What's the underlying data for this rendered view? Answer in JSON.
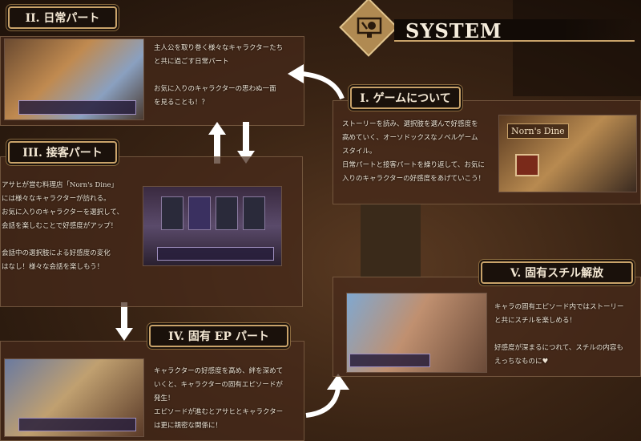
{
  "header": {
    "title": "SYSTEM",
    "icon": "gear-monitor-icon"
  },
  "sections": [
    {
      "id": "I",
      "title": "I. ゲームについて",
      "text": "ストーリーを読み、選択肢を選んで好感度を\n高めていく、オーソドックスなノベルゲーム\nスタイル。\n日常パートと接客パートを繰り返して、お気に\n入りのキャラクターの好感度をあげていこう！",
      "image_label": "Norn's Dine"
    },
    {
      "id": "II",
      "title": "II. 日常パート",
      "text": "主人公を取り巻く様々なキャラクターたち\nと共に過ごす日常パート\n\nお気に入りのキャラクターの思わぬ一面\nを見ることも！？"
    },
    {
      "id": "III",
      "title": "III. 接客パート",
      "text": "アサヒが営む料理店「Norn's Dine」\nには様々なキャラクターが訪れる。\nお気に入りのキャラクターを選択して、\n会話を楽しむことで好感度がアップ！\n\n会話中の選択肢による好感度の変化\nはなし！様々な会話を楽しもう！"
    },
    {
      "id": "IV",
      "title": "IV. 固有 EP パート",
      "text": "キャラクターの好感度を高め、絆を深めて\nいくと、キャラクターの固有エピソードが\n発生！\nエピソードが進むとアサヒとキャラクター\nは更に親密な関係に！"
    },
    {
      "id": "V",
      "title": "V. 固有スチル解放",
      "text": "キャラの固有エピソード内ではストーリー\nと共にスチルを楽しめる！\n\n好感度が深まるにつれて、スチルの内容も\nえっちなものに♥"
    }
  ],
  "colors": {
    "accent": "#c9a36a",
    "panel": "#462a1a",
    "title_bg": "#1a110b"
  }
}
